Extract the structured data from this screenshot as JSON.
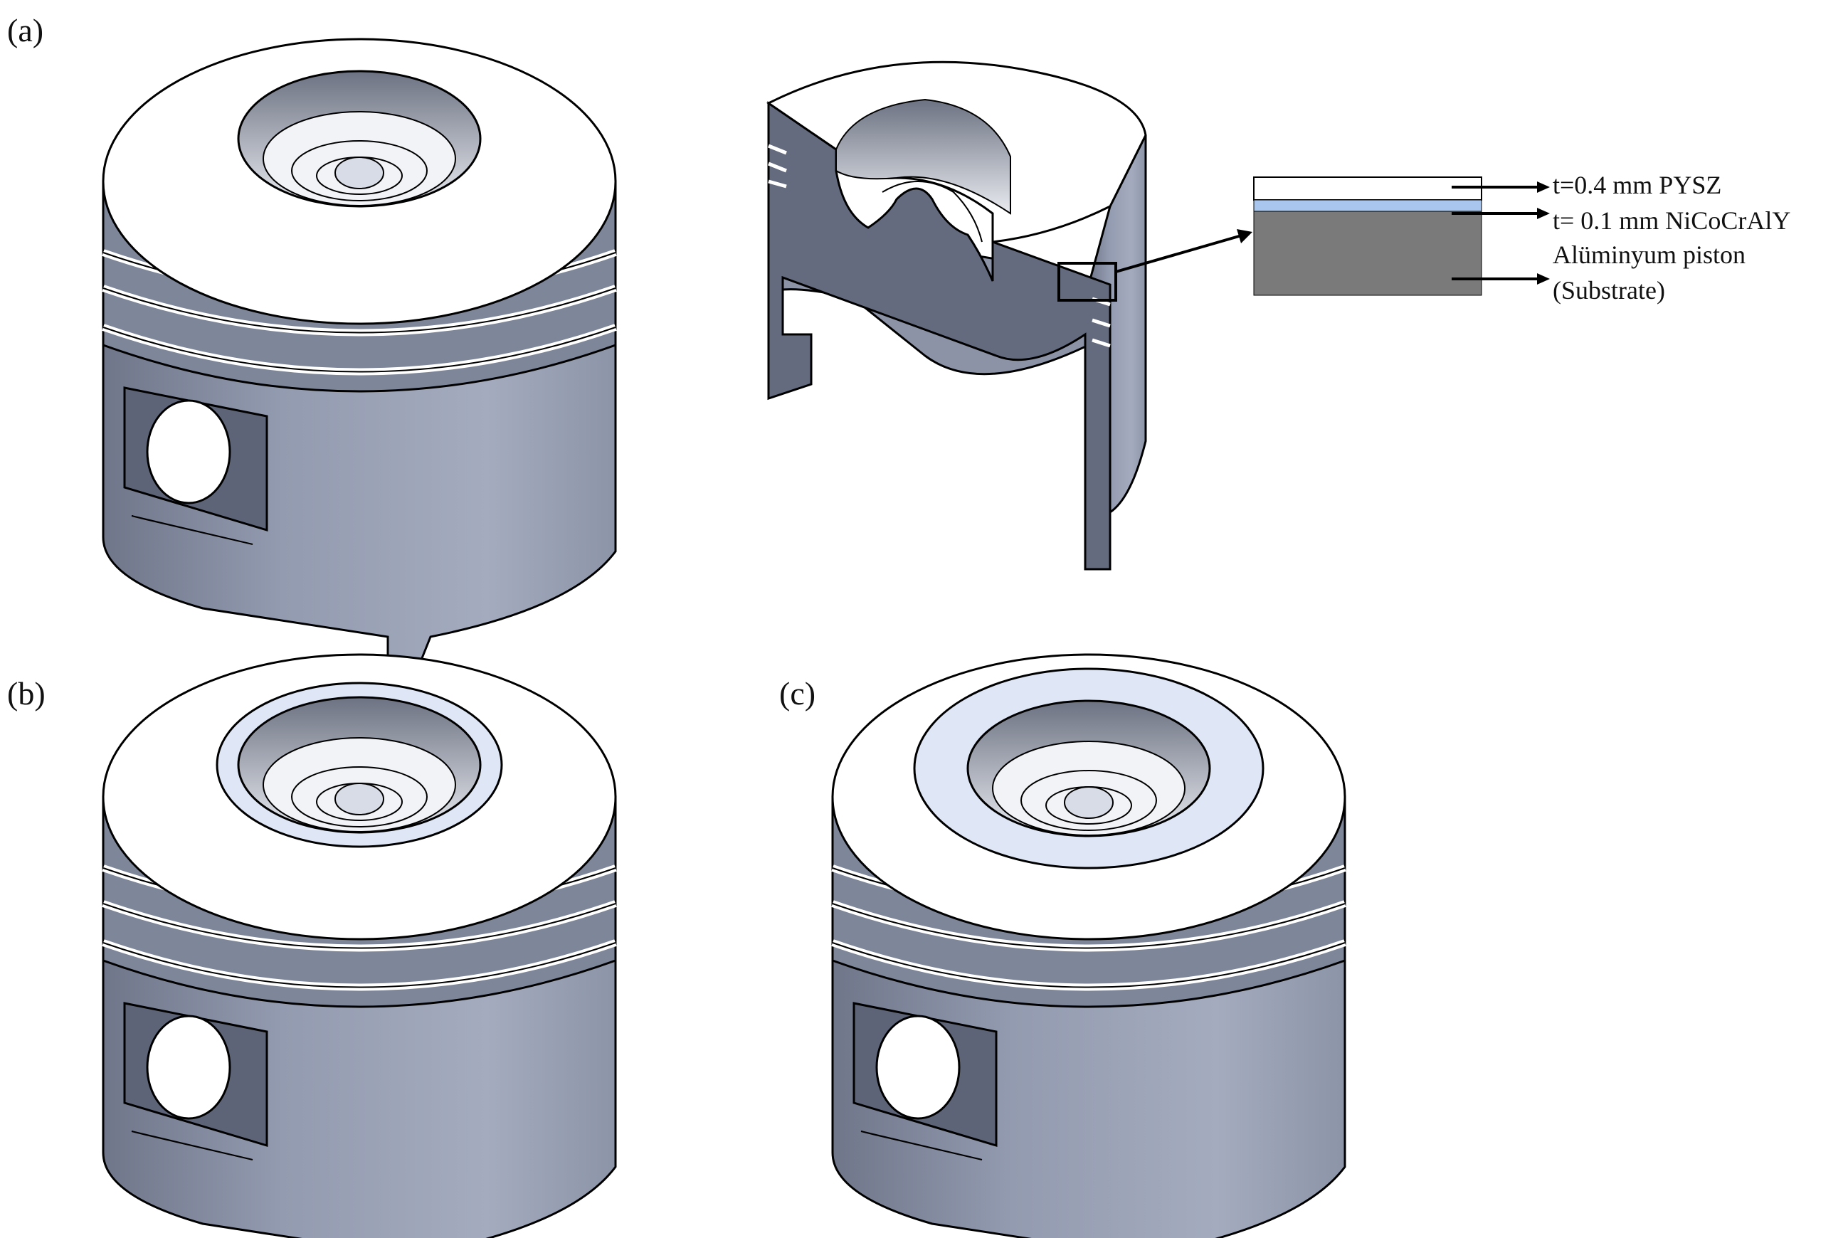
{
  "panels": [
    {
      "id": "a",
      "label": "(a)"
    },
    {
      "id": "b",
      "label": "(b)"
    },
    {
      "id": "c",
      "label": "(c)"
    }
  ],
  "layers": [
    {
      "label": "t=0.4 mm PYSZ",
      "color": "#ffffff"
    },
    {
      "label": "t= 0.1 mm NiCoCrAlY",
      "color": "#a9c7ee"
    },
    {
      "label": "Alüminyum piston",
      "label2": "(Substrate)",
      "color": "#7a7a7a"
    }
  ],
  "colors": {
    "piston_body": "#8f97ab",
    "piston_dark": "#5d6478",
    "piston_top": "#ffffff",
    "coating": "#dfe7f7",
    "outline": "#000000"
  }
}
